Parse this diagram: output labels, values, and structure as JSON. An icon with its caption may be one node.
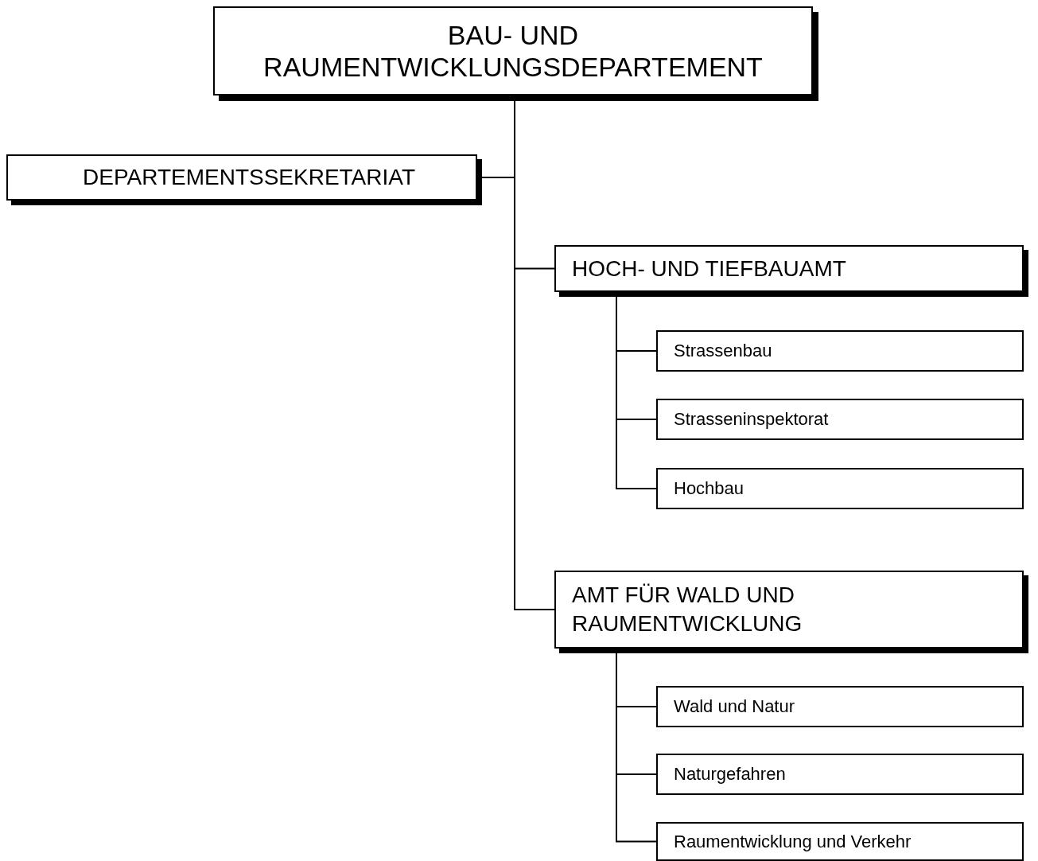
{
  "diagram": {
    "nodes": [
      {
        "text": [
          "BAU- UND RAUMENTWICKLUNGSDEPARTEMENT"
        ]
      },
      {
        "text": [
          "DEPARTEMENTSSEKRETARIAT"
        ]
      },
      {
        "text": [
          "HOCH- UND TIEFBAUAMT"
        ]
      },
      {
        "text": [
          "Strassenbau"
        ]
      },
      {
        "text": [
          "Strasseninspektorat"
        ]
      },
      {
        "text": [
          "Hochbau"
        ]
      },
      {
        "text": [
          "AMT FÜR WALD UND RAUMENTWICKLUNG"
        ]
      },
      {
        "text": [
          "Wald und Natur"
        ]
      },
      {
        "text": [
          "Naturgefahren"
        ]
      },
      {
        "text": [
          "Raumentwicklung und Verkehr"
        ]
      }
    ],
    "edges": [
      {
        "from": 0,
        "to": 1,
        "arrow": "none"
      },
      {
        "from": 0,
        "to": 2,
        "arrow": "none"
      },
      {
        "from": 0,
        "to": 6,
        "arrow": "none"
      },
      {
        "from": 2,
        "to": 3,
        "arrow": "none"
      },
      {
        "from": 2,
        "to": 4,
        "arrow": "none"
      },
      {
        "from": 2,
        "to": 5,
        "arrow": "none"
      },
      {
        "from": 6,
        "to": 7,
        "arrow": "none"
      },
      {
        "from": 6,
        "to": 8,
        "arrow": "none"
      },
      {
        "from": 6,
        "to": 9,
        "arrow": "none"
      }
    ]
  }
}
